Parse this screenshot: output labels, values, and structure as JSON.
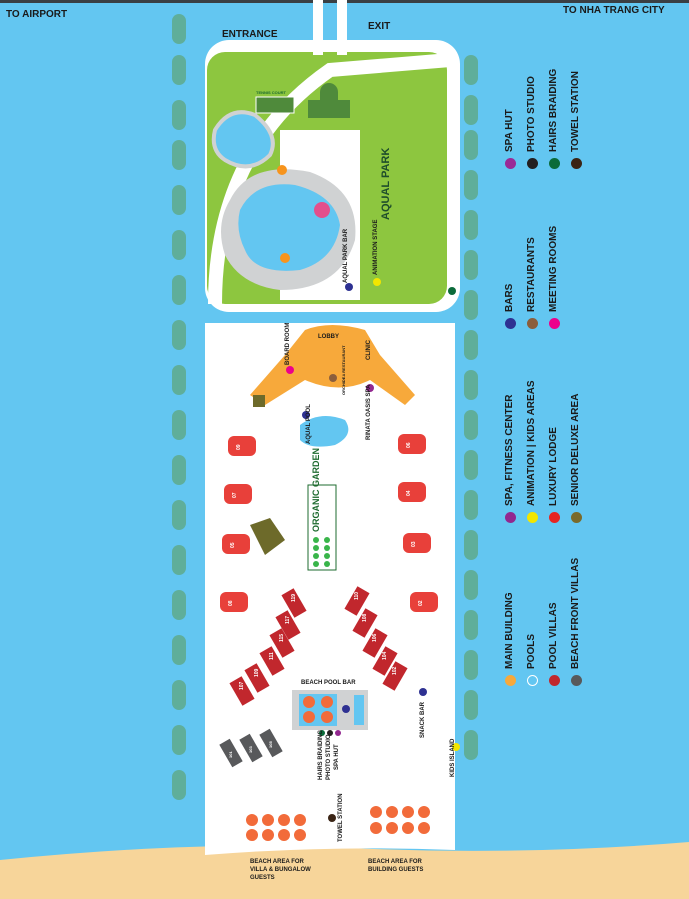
{
  "directions": {
    "airport": "TO AIRPORT",
    "city": "TO NHA TRANG CITY",
    "entrance": "ENTRANCE",
    "exit": "EXIT"
  },
  "aqua_park": {
    "title": "AQUAL PARK",
    "tennis": "TENNIS COURT",
    "bar": "AQUAL PARK BAR",
    "stage": "ANIMATION STAGE"
  },
  "main_building": {
    "lobby": "LOBBY",
    "board_room": "BOARD ROOM",
    "clinic": "CLINIC",
    "restaurant": "ORCHIDEA RESTAURANT",
    "spa": "RINATA OASIS SPA",
    "aqual_pool": "AQUAL POOL"
  },
  "garden": "ORGANIC GARDEN",
  "luxury_lodges": [
    "09",
    "07",
    "05",
    "08",
    "06",
    "04",
    "03",
    "02"
  ],
  "pool_villas_left": [
    "119",
    "117",
    "115",
    "111",
    "109",
    "107"
  ],
  "pool_villas_right": [
    "110",
    "108",
    "106",
    "104",
    "102"
  ],
  "beach_villas": [
    "101",
    "103",
    "105"
  ],
  "beach_pool_bar": "BEACH POOL BAR",
  "snack_bar": "SNACK BAR",
  "kids_island": "KIDS ISLAND",
  "services": [
    "HAIRS BRAIDING",
    "PHOTO STUDIO",
    "SPA HUT"
  ],
  "towel_station": "TOWEL STATION",
  "beach_villa_guests": "BEACH AREA FOR VILLA & BUNGALOW GUESTS",
  "beach_building_guests": "BEACH AREA FOR BUILDING GUESTS",
  "legend_groups": [
    [
      {
        "label": "SPA HUT",
        "color": "#9a2a96"
      },
      {
        "label": "PHOTO STUDIO",
        "color": "#231f20"
      },
      {
        "label": "HAIRS BRAIDING",
        "color": "#0b6b3a"
      },
      {
        "label": "TOWEL STATION",
        "color": "#3a2415"
      }
    ],
    [
      {
        "label": "BARS",
        "color": "#2e3192"
      },
      {
        "label": "RESTAURANTS",
        "color": "#8b5e3c"
      },
      {
        "label": "MEETING ROOMS",
        "color": "#ec008c"
      }
    ],
    [
      {
        "label": "SPA, FITNESS CENTER",
        "color": "#92278f"
      },
      {
        "label": "ANIMATION | KIDS AREAS",
        "color": "#f2e600"
      },
      {
        "label": "LUXURY LODGE",
        "color": "#e52421"
      },
      {
        "label": "SENIOR DELUXE AREA",
        "color": "#7a6a2a"
      }
    ],
    [
      {
        "label": "MAIN BUILDING",
        "color": "#f7a93b"
      },
      {
        "label": "POOLS",
        "color": "#63c6f1"
      },
      {
        "label": "POOL VILLAS",
        "color": "#c1272d"
      },
      {
        "label": "BEACH FRONT VILLAS",
        "color": "#58595b"
      }
    ]
  ],
  "colors": {
    "sea": "#63c6f1",
    "grass": "#8dc63f",
    "sand": "#f7d59a",
    "path": "#ffffff",
    "building": "#f7a93b"
  }
}
